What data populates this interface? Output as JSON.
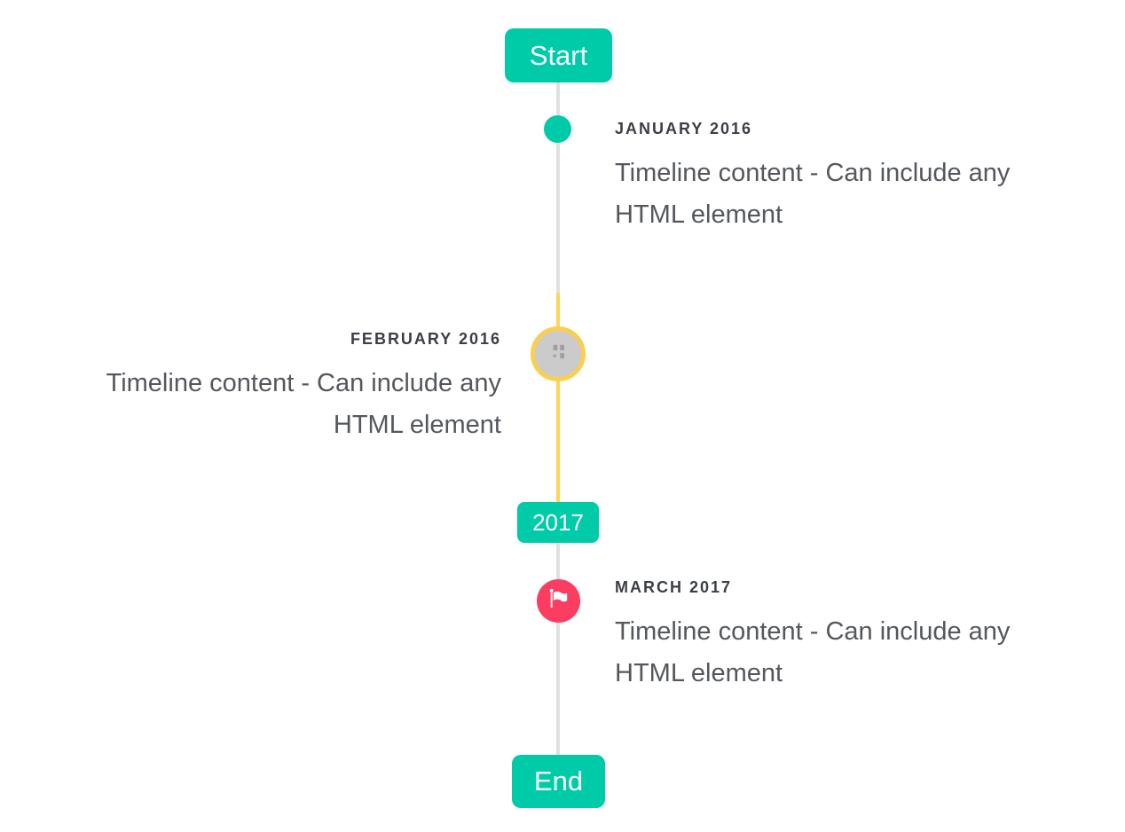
{
  "page": {
    "background": "#ffffff"
  },
  "colors": {
    "accent_teal": "#00cba9",
    "highlight_yellow": "#fdd55c",
    "marker_red": "#fb3d61",
    "marker_gray_fill": "#cbcbcb",
    "marker_yellow_ring": "#f8cf4e",
    "line_gray": "#e0e0e0",
    "title_text": "#3b3f45",
    "content_text": "#54585d",
    "badge_text": "#ffffff"
  },
  "timeline": {
    "start_badge": {
      "label": "Start"
    },
    "year_badge": {
      "label": "2017"
    },
    "end_badge": {
      "label": "End"
    },
    "items": [
      {
        "title": "JANUARY 2016",
        "content": "Timeline content - Can include any HTML element",
        "side": "right",
        "marker": "teal-dot"
      },
      {
        "title": "FEBRUARY 2016",
        "content": "Timeline content - Can include any HTML element",
        "side": "left",
        "marker": "gray-circle-yellow-ring-broken-image"
      },
      {
        "title": "MARCH 2017",
        "content": "Timeline content - Can include any HTML element",
        "side": "right",
        "marker": "red-flag-circle"
      }
    ]
  }
}
